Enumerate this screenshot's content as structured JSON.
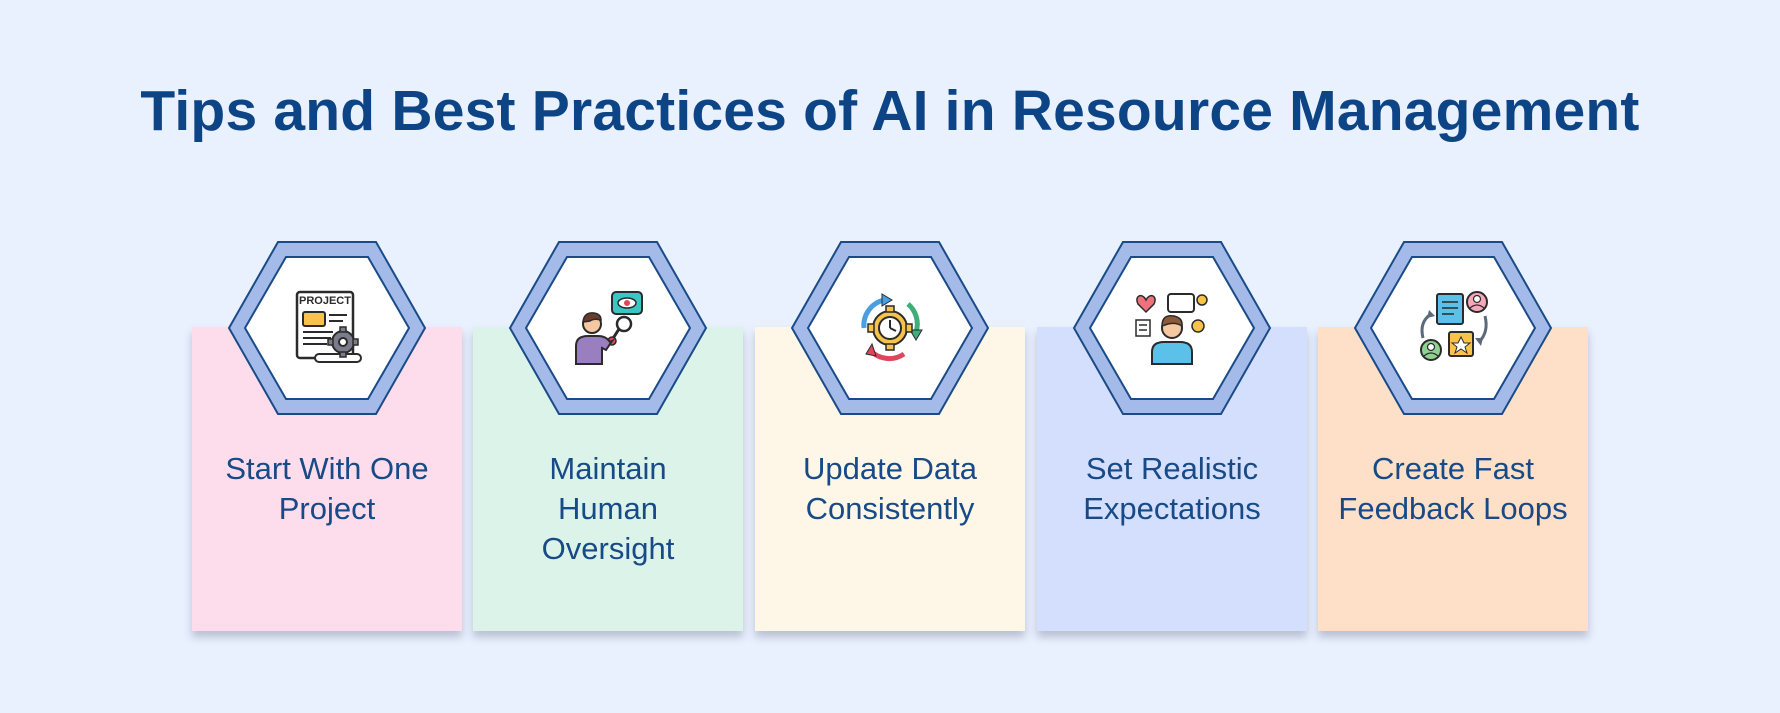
{
  "title": "Tips and Best Practices of AI in Resource Management",
  "steps": [
    {
      "label_line1": "Start With One",
      "label_line2": "Project",
      "label_line3": "",
      "color": "#fdddeb",
      "icon": "project-gear-icon",
      "icon_text": "PROJECT"
    },
    {
      "label_line1": "Maintain",
      "label_line2": "Human",
      "label_line3": "Oversight",
      "color": "#dbf3e8",
      "icon": "person-magnifier-eye-icon",
      "icon_text": ""
    },
    {
      "label_line1": "Update Data",
      "label_line2": "Consistently",
      "label_line3": "",
      "color": "#fef7e8",
      "icon": "gear-clock-cycle-icon",
      "icon_text": ""
    },
    {
      "label_line1": "Set Realistic",
      "label_line2": "Expectations",
      "label_line3": "",
      "color": "#d4dffe",
      "icon": "person-ideas-icon",
      "icon_text": ""
    },
    {
      "label_line1": "Create Fast",
      "label_line2": "Feedback Loops",
      "label_line3": "",
      "color": "#fee0c8",
      "icon": "feedback-loop-icon",
      "icon_text": ""
    }
  ],
  "colors": {
    "background": "#e9f0fe",
    "title": "#0d4486",
    "label": "#174a86",
    "hex_fill": "#a4bbe9",
    "hex_stroke": "#1a4b88"
  }
}
